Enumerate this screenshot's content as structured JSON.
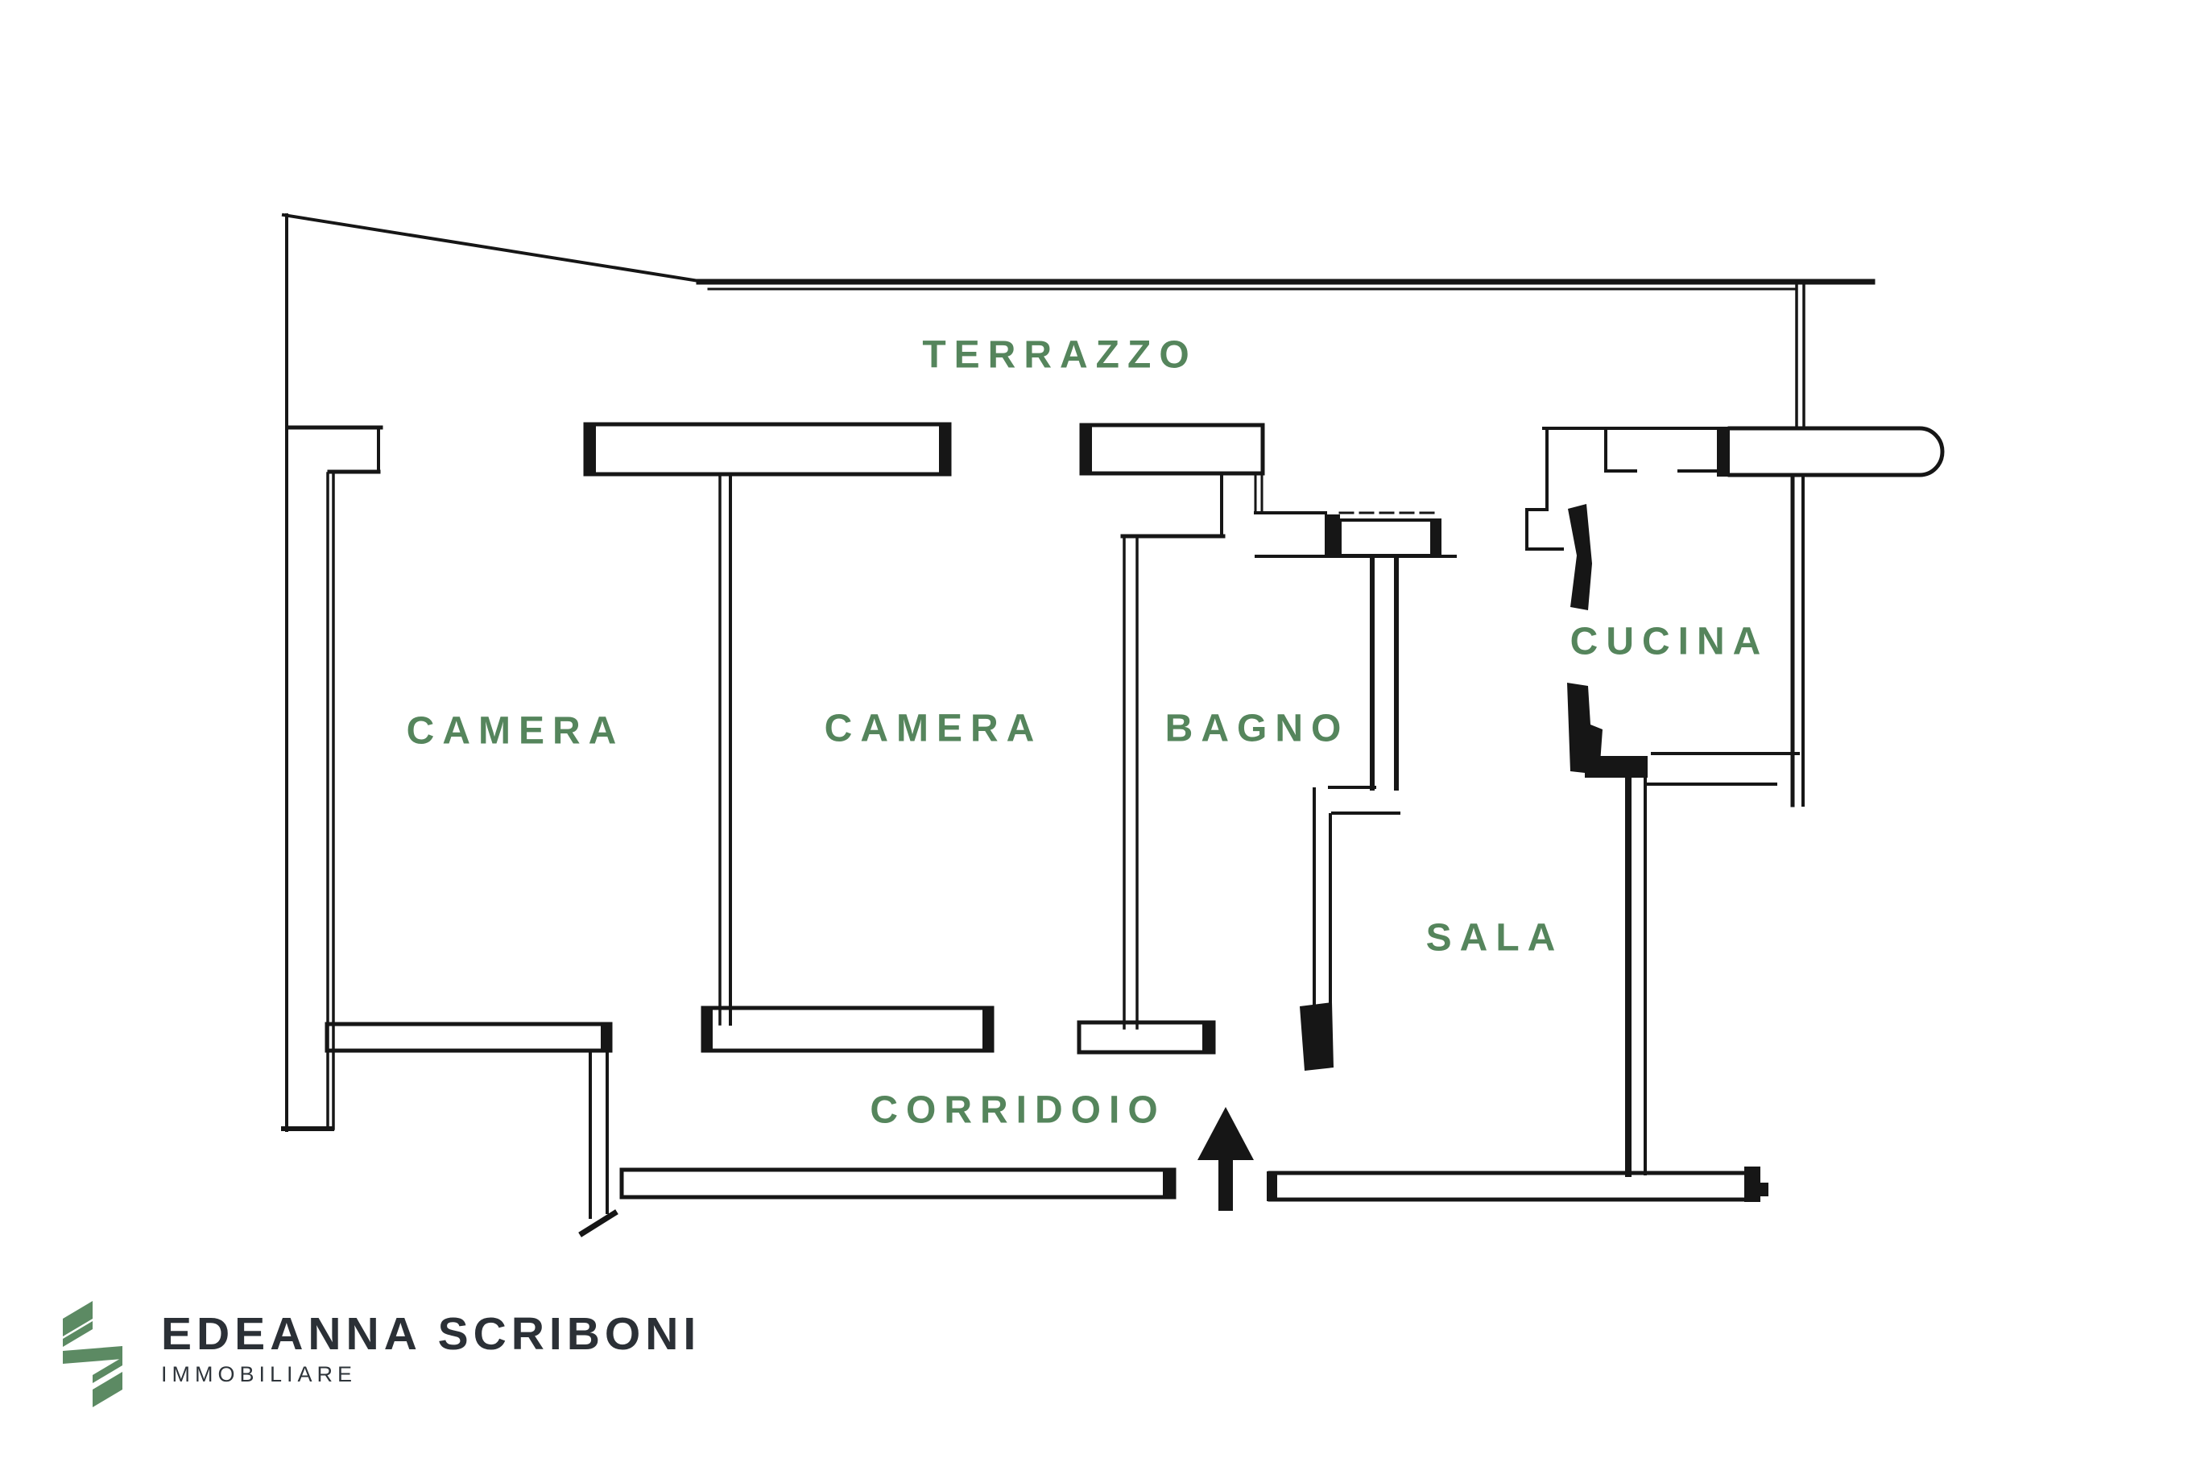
{
  "floor_plan": {
    "wall_color": "#161616",
    "label_color": "#55855C",
    "rooms": [
      {
        "id": "terrazzo",
        "label": "TERRAZZO"
      },
      {
        "id": "camera-1",
        "label": "CAMERA"
      },
      {
        "id": "camera-2",
        "label": "CAMERA"
      },
      {
        "id": "bagno",
        "label": "BAGNO"
      },
      {
        "id": "cucina",
        "label": "CUCINA"
      },
      {
        "id": "sala",
        "label": "SALA"
      },
      {
        "id": "corridoio",
        "label": "CORRIDOIO"
      }
    ]
  },
  "branding": {
    "agency_name": "EDEANNA SCRIBONI",
    "agency_subtitle": "IMMOBILIARE",
    "logo_color": "#5C8A63",
    "name_color": "#2B3036",
    "subtitle_color": "#2E343A"
  }
}
